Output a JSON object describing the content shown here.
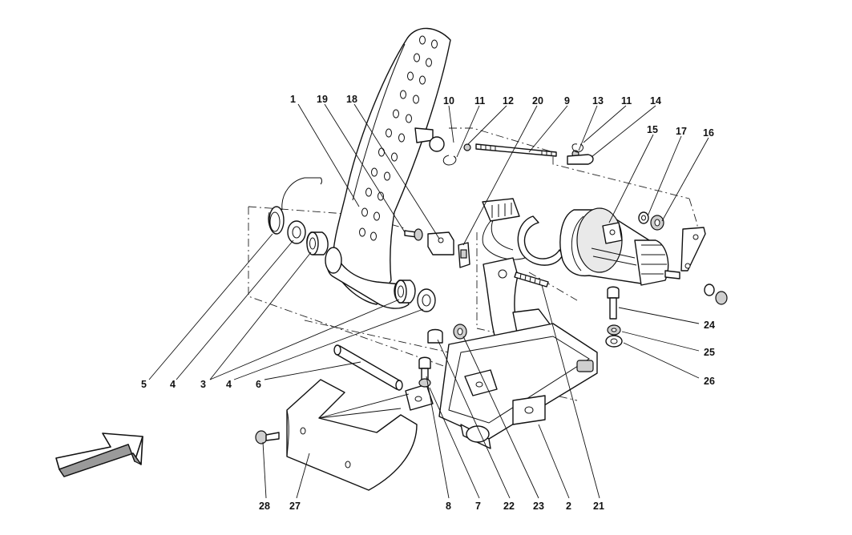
{
  "callouts": [
    "1",
    "19",
    "18",
    "10",
    "11",
    "12",
    "20",
    "9",
    "13",
    "11",
    "14",
    "15",
    "17",
    "16",
    "5",
    "4",
    "3",
    "4",
    "6",
    "24",
    "25",
    "26",
    "28",
    "27",
    "8",
    "7",
    "22",
    "23",
    "2",
    "21"
  ],
  "colors": {
    "line": "#111111",
    "fill": "#ffffff",
    "shade": "#cfcfcf"
  },
  "icons": {
    "orientation_arrow": "front-arrow-icon"
  }
}
